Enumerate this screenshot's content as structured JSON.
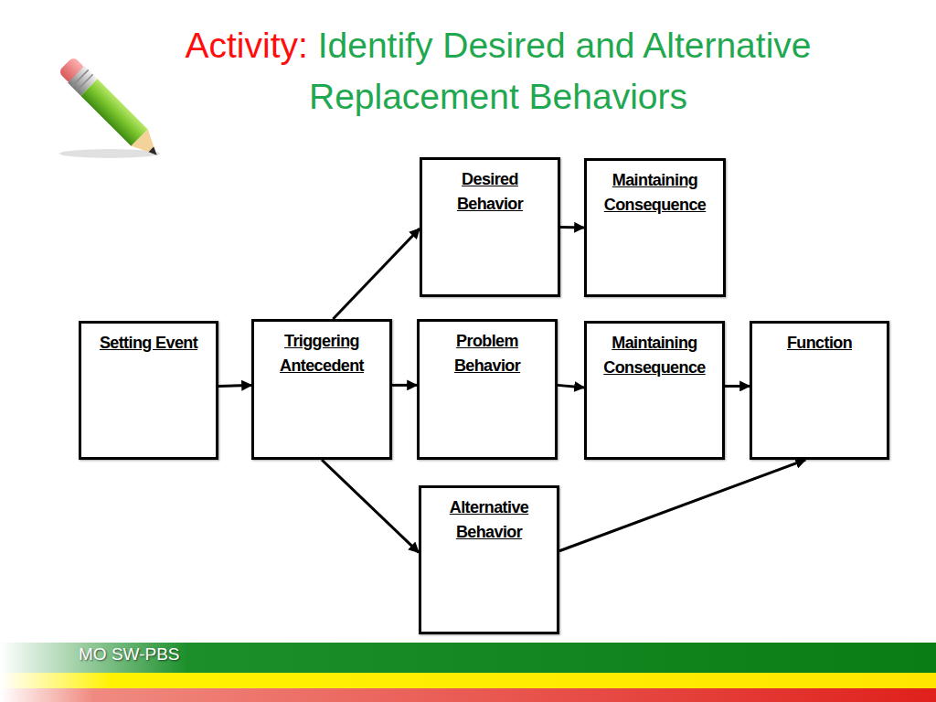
{
  "diagram": {
    "title": "Identify Desired and Alternative Replacement Behaviors",
    "nodes": [
      {
        "text": [
          "Desired Behavior"
        ]
      },
      {
        "text": [
          "Maintaining Consequence"
        ]
      },
      {
        "text": [
          "Setting Event"
        ]
      },
      {
        "text": [
          "Triggering Antecedent"
        ]
      },
      {
        "text": [
          "Problem Behavior"
        ]
      },
      {
        "text": [
          "Maintaining Consequence"
        ]
      },
      {
        "text": [
          "Function"
        ]
      },
      {
        "text": [
          "Alternative Behavior"
        ]
      }
    ],
    "edges": [
      {
        "from": 2,
        "to": 3,
        "arrow": "to"
      },
      {
        "from": 3,
        "to": 4,
        "arrow": "to"
      },
      {
        "from": 4,
        "to": 5,
        "arrow": "to"
      },
      {
        "from": 5,
        "to": 6,
        "arrow": "to"
      },
      {
        "from": 3,
        "to": 0,
        "arrow": "to"
      },
      {
        "from": 0,
        "to": 1,
        "arrow": "to"
      },
      {
        "from": 3,
        "to": 7,
        "arrow": "to"
      },
      {
        "from": 7,
        "to": 6,
        "arrow": "to"
      }
    ],
    "labels": [
      "Activity:",
      "MO SW-PBS"
    ]
  }
}
